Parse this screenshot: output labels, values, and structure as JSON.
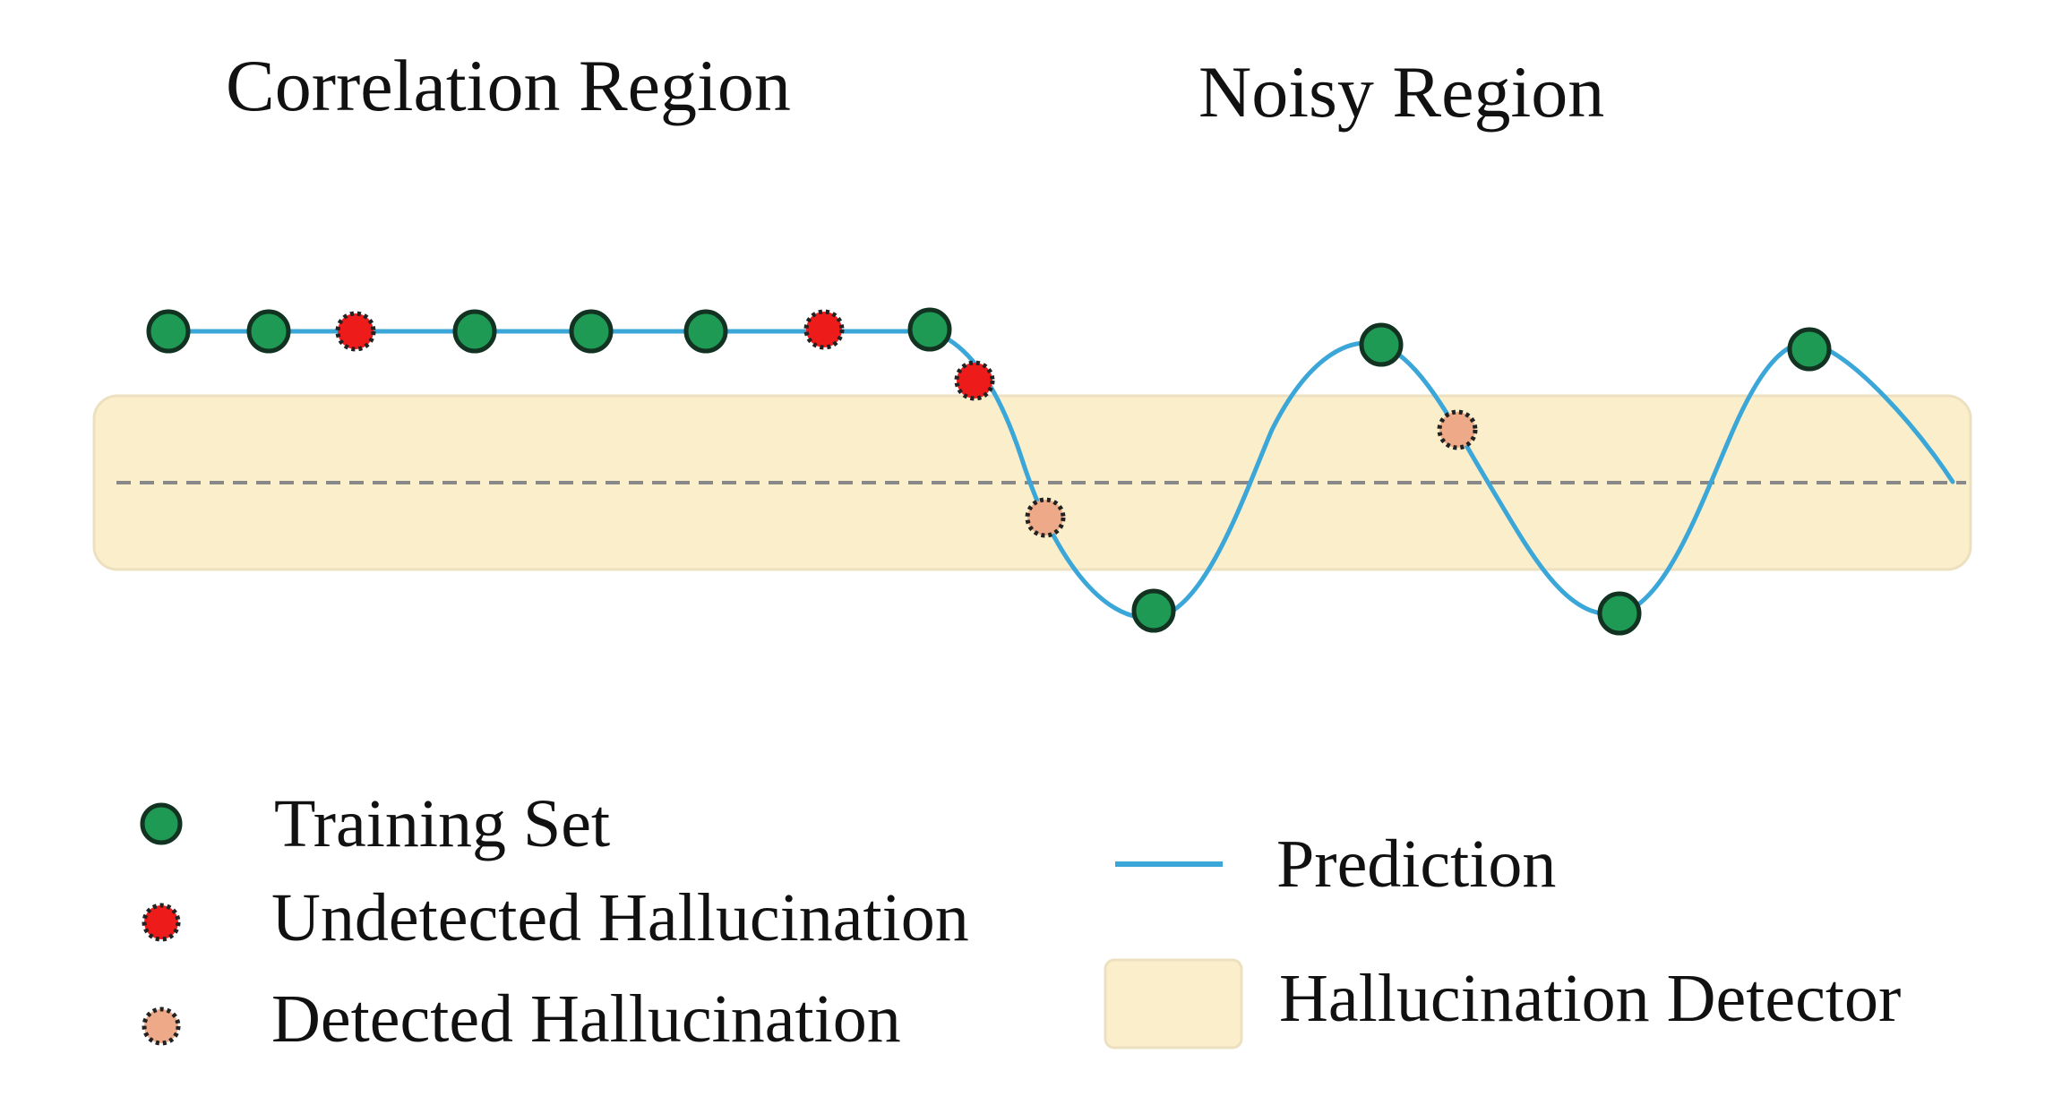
{
  "regions": {
    "left_title": "Correlation Region",
    "right_title": "Noisy Region"
  },
  "legend": {
    "training_set": "Training Set",
    "undetected": "Undetected Hallucination",
    "detected": "Detected Hallucination",
    "prediction": "Prediction",
    "detector": "Hallucination Detector"
  },
  "colors": {
    "training": "#1f9a55",
    "undetected": "#ee1b1b",
    "detected": "#eeaa88",
    "prediction": "#3ba6d8",
    "detector_fill": "#fbeecb",
    "detector_stroke": "#ece0c0",
    "baseline": "#888888"
  }
}
